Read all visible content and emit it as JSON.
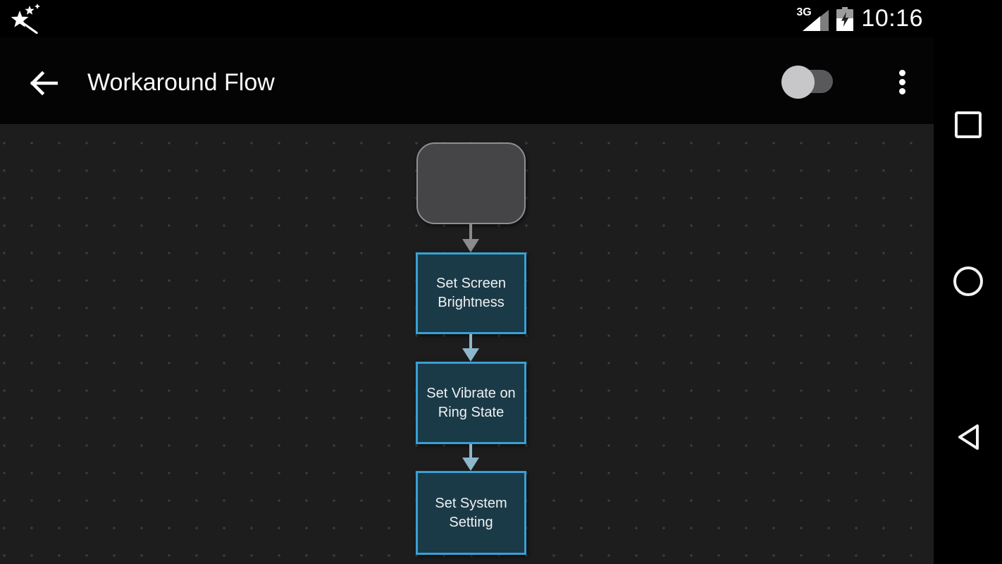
{
  "status_bar": {
    "time": "10:16",
    "network_label": "3G",
    "app_icon": "magic-wand-icon",
    "signal_icon": "cellular-signal-icon",
    "battery_icon": "battery-charging-icon"
  },
  "app_bar": {
    "title": "Workaround Flow",
    "back_icon": "back-arrow-icon",
    "overflow_icon": "overflow-menu-icon",
    "flow_toggle": {
      "state": "off"
    }
  },
  "flow": {
    "start_block": {
      "label": ""
    },
    "action_blocks": [
      {
        "lines": [
          "Set Screen",
          "Brightness"
        ]
      },
      {
        "lines": [
          "Set Vibrate on",
          "Ring State"
        ]
      },
      {
        "lines": [
          "Set System",
          "Setting"
        ]
      }
    ]
  },
  "nav_bar": {
    "recents_icon": "recents-square-icon",
    "home_icon": "home-circle-icon",
    "back_icon": "back-triangle-icon"
  },
  "colors": {
    "accent_border": "#38a0d4",
    "block_fill": "#1b3a47",
    "blue_arrow": "#8db8cb",
    "gray_arrow": "#8b8b8d",
    "start_block_fill": "#454547",
    "canvas_bg": "#1d1d1e"
  }
}
